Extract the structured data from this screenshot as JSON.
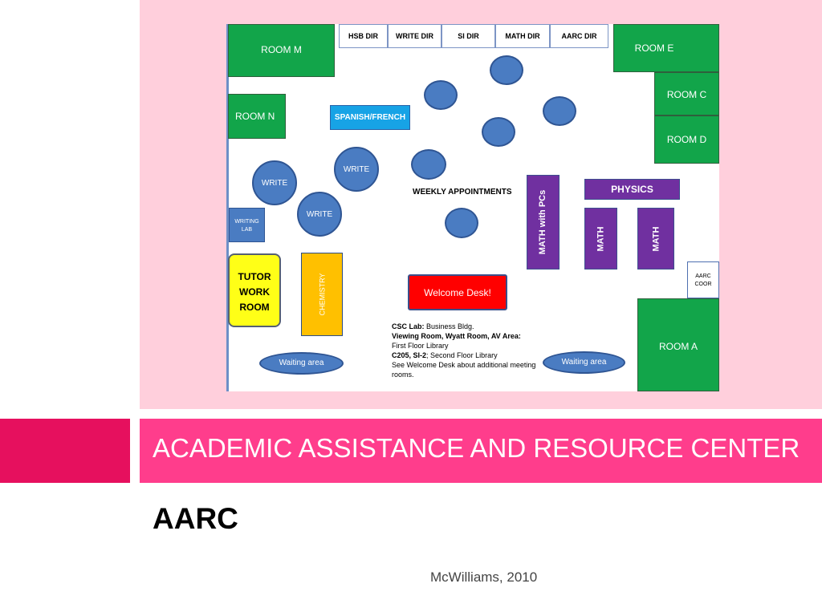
{
  "slide": {
    "title": "ACADEMIC ASSISTANCE AND RESOURCE CENTER",
    "subtitle": "AARC",
    "credit": "McWilliams, 2010"
  },
  "map": {
    "directors": [
      "HSB DIR",
      "WRITE DIR",
      "SI DIR",
      "MATH DIR",
      "AARC DIR"
    ],
    "rooms": {
      "m": "ROOM M",
      "n": "ROOM N",
      "e": "ROOM E",
      "c": "ROOM C",
      "d": "ROOM D",
      "a": "ROOM A"
    },
    "aarc_coor": "AARC COOR",
    "spanish_french": "SPANISH/FRENCH",
    "writing_lab": "WRITING LAB",
    "write_tables": [
      "WRITE",
      "WRITE",
      "WRITE"
    ],
    "weekly_appointments": "WEEKLY APPOINTMENTS",
    "math_with_pcs": "MATH with PCs",
    "physics": "PHYSICS",
    "math": [
      "MATH",
      "MATH"
    ],
    "tutor_work_room": "TUTOR WORK ROOM",
    "chemistry": "CHEMISTRY",
    "welcome_desk": "Welcome Desk!",
    "waiting_area": [
      "Waiting area",
      "Waiting area"
    ],
    "info": {
      "csc_lab_label": "CSC Lab:",
      "csc_lab_value": "Business Bldg.",
      "viewing_label": "Viewing Room, Wyatt Room, AV Area:",
      "viewing_value": "First Floor Library",
      "c205_label": "C205, SI-2",
      "c205_value": "; Second Floor Library",
      "note": "See Welcome Desk about additional meeting rooms."
    }
  }
}
